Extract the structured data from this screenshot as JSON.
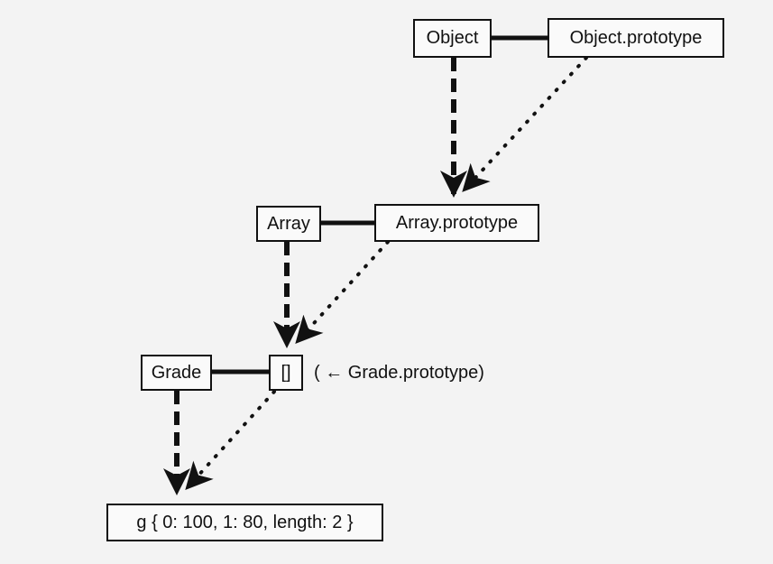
{
  "nodes": {
    "object": "Object",
    "object_prototype": "Object.prototype",
    "array": "Array",
    "array_prototype": "Array.prototype",
    "grade": "Grade",
    "grade_prototype_instance": "[]",
    "grade_prototype_note": "( ← Grade.prototype)",
    "g_instance": "g { 0: 100, 1: 80, length: 2 }"
  },
  "colors": {
    "ink": "#111111",
    "background": "#f3f3f3"
  }
}
